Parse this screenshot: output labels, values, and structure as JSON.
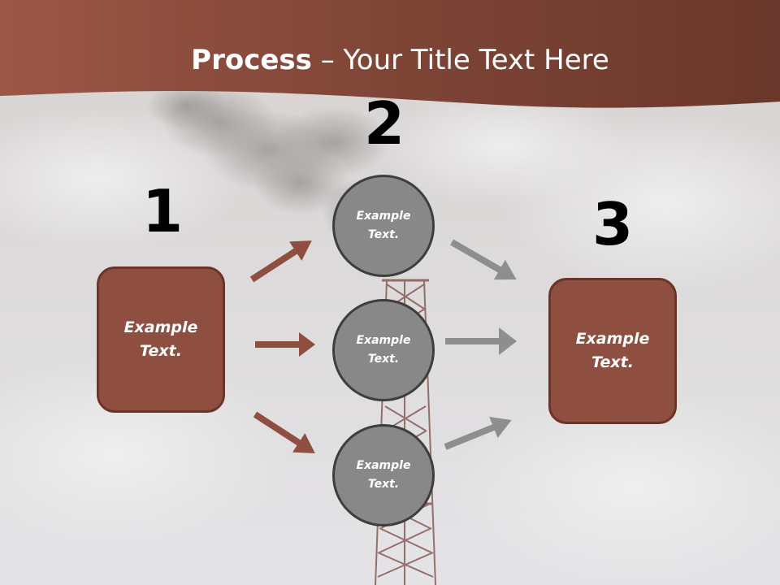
{
  "slide": {
    "title_bold": "Process",
    "title_sep": " – ",
    "title_rest": "Your Title Text Here"
  },
  "steps": {
    "one": "1",
    "two": "2",
    "three": "3"
  },
  "nodes": {
    "left_box": [
      "Example",
      "Text."
    ],
    "circle_top": [
      "Example",
      "Text."
    ],
    "circle_middle": [
      "Example",
      "Text."
    ],
    "circle_bottom": [
      "Example",
      "Text."
    ],
    "right_box": [
      "Example",
      "Text."
    ]
  },
  "colors": {
    "header": "#8a4a3c",
    "box_fill": "#8f4f40",
    "circle_fill": "#888888",
    "arrow_brown": "#8f4f40",
    "arrow_gray": "#8e8e8e"
  }
}
